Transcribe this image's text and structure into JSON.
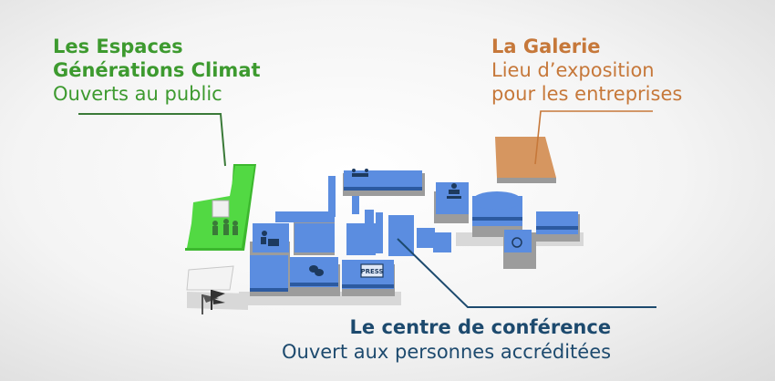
{
  "espaces": {
    "title_line1": "Les Espaces",
    "title_line2": "Générations Climat",
    "subtitle": "Ouverts au public"
  },
  "galerie": {
    "title": "La Galerie",
    "subtitle_line1": "Lieu d’exposition",
    "subtitle_line2": "pour les entreprises"
  },
  "conference": {
    "title": "Le centre de conférence",
    "subtitle": "Ouvert aux personnes accréditées"
  },
  "icons": {
    "press_sign": "PRESS"
  },
  "colors": {
    "green": "#3d9a2f",
    "orange": "#c6783a",
    "blue_text": "#1d4a6e",
    "building_blue": "#5b8de0",
    "building_green": "#4fd63e",
    "building_orange": "#d4945f"
  }
}
